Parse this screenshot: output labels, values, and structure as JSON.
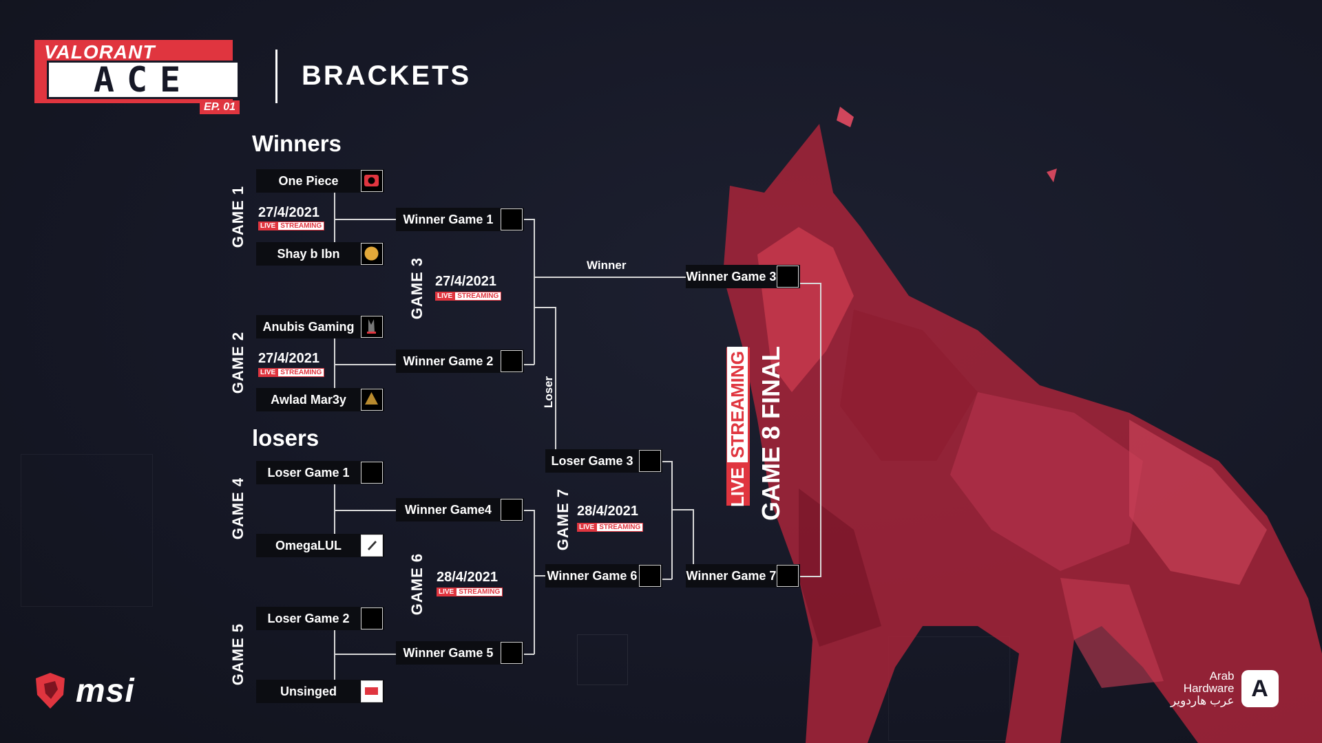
{
  "header": {
    "logo_top": "VALORANT",
    "logo_main": "ACE",
    "logo_episode": "EP. 01",
    "title": "BRACKETS"
  },
  "sections": {
    "winners": "Winners",
    "losers": "losers"
  },
  "live": {
    "live": "LIVE",
    "streaming": "STREAMING"
  },
  "games": {
    "game1": {
      "label": "GAME 1",
      "date": "27/4/2021",
      "team_a": "One Piece",
      "team_b": "Shay b Ibn"
    },
    "game2": {
      "label": "GAME 2",
      "date": "27/4/2021",
      "team_a": "Anubis Gaming",
      "team_b": "Awlad Mar3y"
    },
    "game3": {
      "label": "GAME 3",
      "date": "27/4/2021",
      "slot_a": "Winner Game 1",
      "slot_b": "Winner Game 2"
    },
    "game4": {
      "label": "GAME 4",
      "team_a": "Loser Game  1",
      "team_b": "OmegaLUL",
      "result": "Winner Game4"
    },
    "game5": {
      "label": "GAME 5",
      "team_a": "Loser Game 2",
      "team_b": "Unsinged",
      "result": "Winner Game 5"
    },
    "game6": {
      "label": "GAME 6",
      "date": "28/4/2021",
      "result": "Winner Game 6"
    },
    "game7": {
      "label": "GAME 7",
      "date": "28/4/2021",
      "slot_a": "Loser Game 3",
      "result": "Winner Game 7"
    },
    "game8": {
      "label": "GAME 8 FINAL",
      "slot_a": "Winner Game 3"
    }
  },
  "connectors": {
    "winner": "Winner",
    "loser": "Loser"
  },
  "sponsors": {
    "msi": "msi",
    "arab_hardware_en_1": "Arab",
    "arab_hardware_en_2": "Hardware",
    "arab_hardware_ar": "عرب هاردوير",
    "arab_hardware_badge": "A"
  },
  "colors": {
    "accent": "#e0353f",
    "background": "#161826",
    "box": "#0c0d12"
  }
}
